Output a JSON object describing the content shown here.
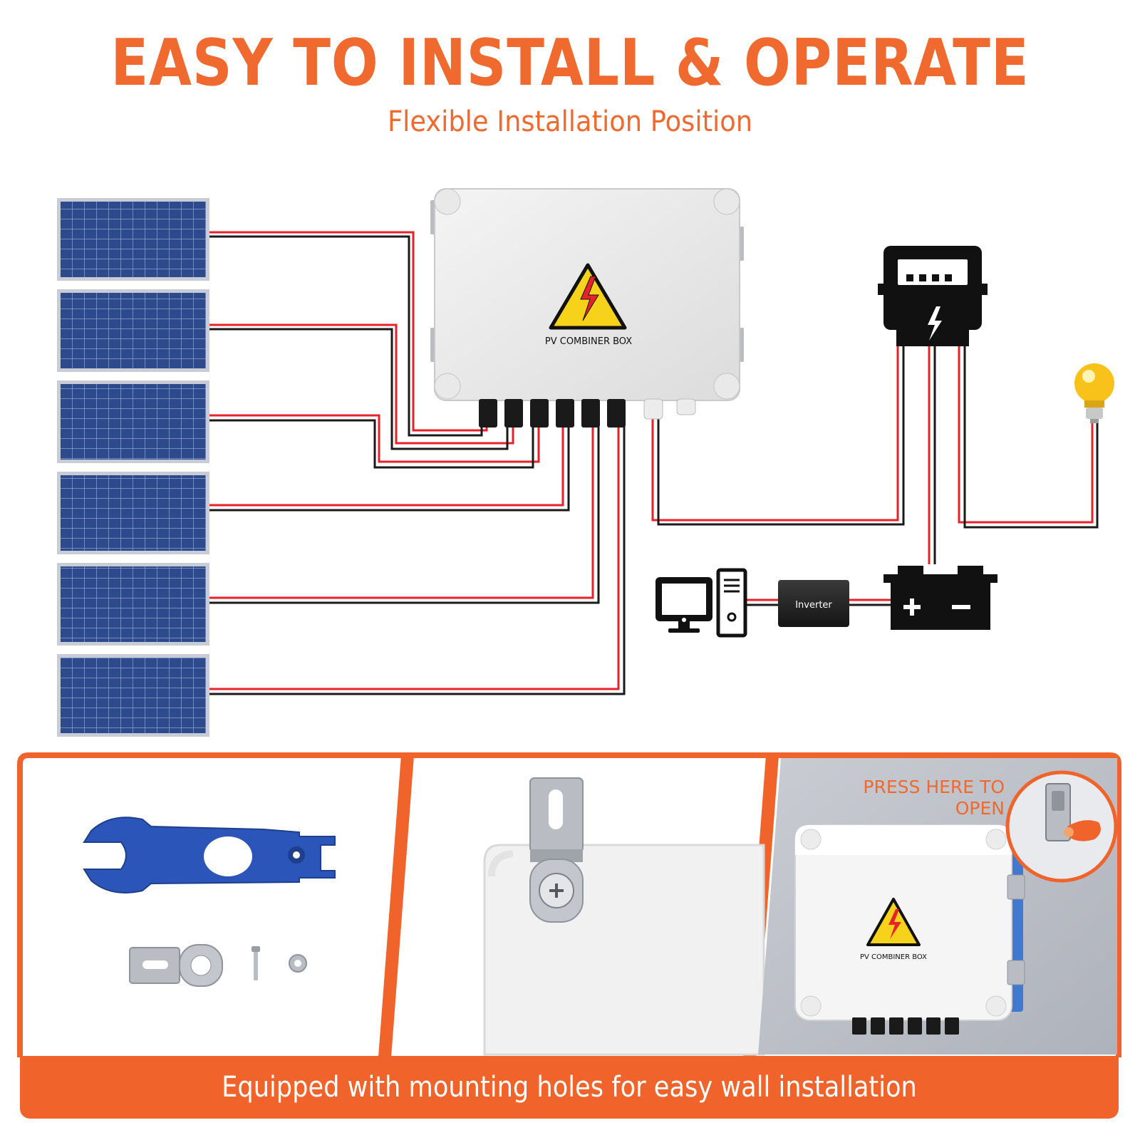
{
  "header": {
    "title": "EASY TO INSTALL & OPERATE",
    "subtitle": "Flexible Installation Position"
  },
  "diagram": {
    "combiner_label": "PV COMBINER BOX",
    "inverter_label": "Inverter",
    "wire_colors": {
      "positive": "#e8222a",
      "negative": "#1a1a1a"
    },
    "panel_color": "#2d4a8c"
  },
  "install_panels": {
    "callout": "PRESS HERE TO OPEN",
    "box_label": "PV COMBINER BOX"
  },
  "footer": {
    "caption": "Equipped with mounting holes for easy wall installation"
  },
  "colors": {
    "accent": "#f06a2f",
    "footer_bg": "#f0632b"
  }
}
